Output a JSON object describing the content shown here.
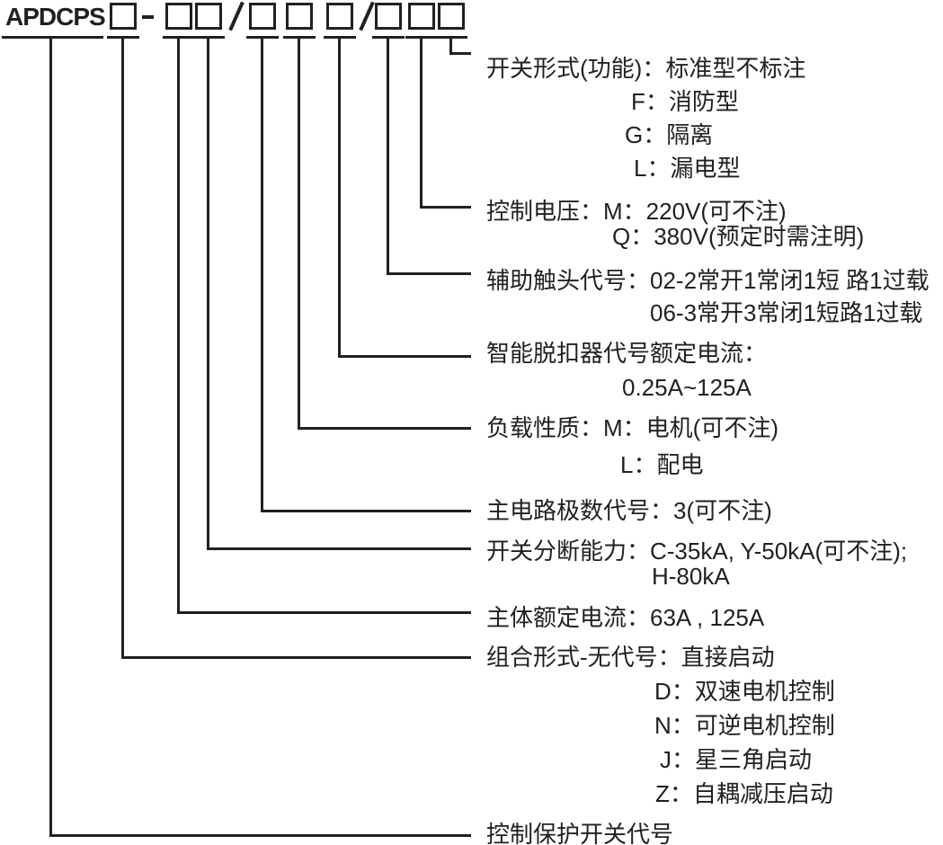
{
  "code": {
    "prefix": "APDCPS",
    "box_count": 9,
    "box_groups": [
      1,
      2,
      3,
      3
    ]
  },
  "icons": {
    "dash_separator": "-",
    "slash_separator": "/"
  },
  "colors": {
    "ink": "#231f20",
    "background": "#ffffff"
  },
  "labels": [
    {
      "id": "switch-function",
      "lines": [
        "开关形式(功能)：标准型不标注",
        "F：消防型",
        "G：隔离",
        "L：漏电型"
      ]
    },
    {
      "id": "control-voltage",
      "lines": [
        "控制电压：M：220V(可不注)",
        "Q：380V(预定时需注明)"
      ]
    },
    {
      "id": "aux-contact-code",
      "lines": [
        "辅助触头代号：02-2常开1常闭1短 路1过载",
        "06-3常开3常闭1短路1过载"
      ]
    },
    {
      "id": "trip-unit-rated-current",
      "lines": [
        "智能脱扣器代号额定电流：",
        "0.25A~125A"
      ]
    },
    {
      "id": "load-type",
      "lines": [
        "负载性质：M：电机(可不注)",
        "L：配电"
      ]
    },
    {
      "id": "pole-number-code",
      "lines": [
        "主电路极数代号：3(可不注)"
      ]
    },
    {
      "id": "breaking-capacity",
      "lines": [
        "开关分断能力：C-35kA, Y-50kA(可不注);",
        "H-80kA"
      ]
    },
    {
      "id": "body-rated-current",
      "lines": [
        "主体额定电流：63A , 125A"
      ]
    },
    {
      "id": "combination-form",
      "lines": [
        "组合形式-无代号：直接启动",
        "D：双速电机控制",
        "N：可逆电机控制",
        "J：星三角启动",
        "Z：自耦减压启动"
      ]
    },
    {
      "id": "cps-code",
      "lines": [
        "控制保护开关代号"
      ]
    }
  ]
}
